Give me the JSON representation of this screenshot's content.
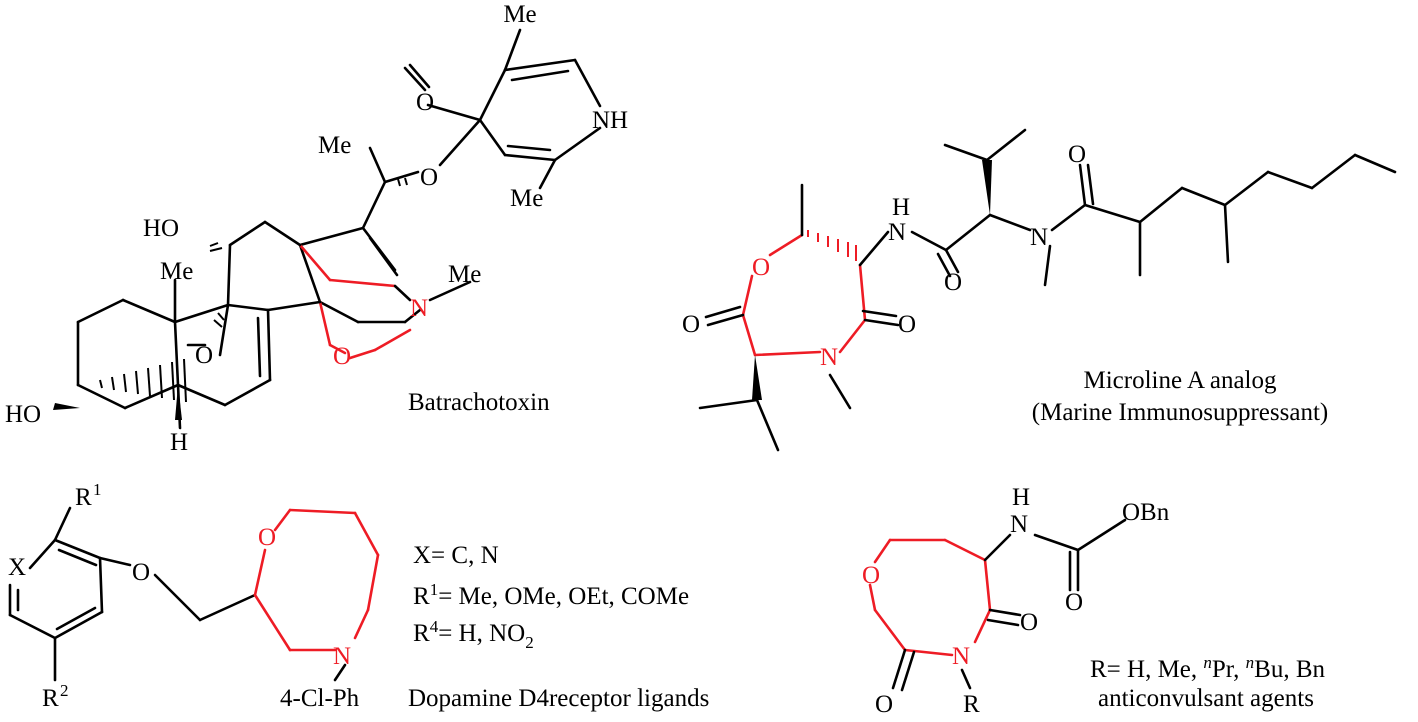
{
  "colors": {
    "ring_highlight": "#ee1c25",
    "bonds": "#000000",
    "background": "#ffffff"
  },
  "molecules": {
    "batrachotoxin": {
      "name": "Batrachotoxin",
      "atoms": {
        "me_top": "Me",
        "me_ester": "Me",
        "o_ester": "O",
        "o_carbonyl": "O",
        "nh": "NH",
        "me_pyrrole": "Me",
        "ho_top": "HO",
        "me_c10": "Me",
        "o_bridge": "O",
        "n": "N",
        "me_n": "Me",
        "o_ring": "O",
        "ho_bottom": "HO",
        "h": "H"
      }
    },
    "microline": {
      "name_line1": "Microline A analog",
      "name_line2": "(Marine Immunosuppressant)",
      "atoms": {
        "h_nh": "H",
        "n_amide": "N",
        "o_ring": "O",
        "o_lactone": "O",
        "o_amide": "O",
        "n_ring": "N",
        "o_carbonyl1": "O",
        "n_methyl": "N",
        "o_carbonyl2": "O"
      }
    },
    "dopamine": {
      "name": "Dopamine D4receptor ligands",
      "x_def": "X= C, N",
      "r1_prefix": "R",
      "r1_sup": "1",
      "r1_def": "= Me, OMe, OEt, COMe",
      "r4_prefix": "R",
      "r4_sup": "4",
      "r4_def": "= H, NO",
      "r4_sub": "2",
      "atoms": {
        "r1": "R",
        "r1_sup": "1",
        "x": "X",
        "o_ether": "O",
        "o_ring": "O",
        "n_ring": "N",
        "r2": "R",
        "r2_sup": "2",
        "aryl": "4-Cl-Ph"
      }
    },
    "anticonvulsant": {
      "r_def": "R= H, Me, ",
      "npr_sup": "n",
      "npr": "Pr, ",
      "nbu_sup": "n",
      "nbu": "Bu, Bn",
      "name": "anticonvulsant agents",
      "atoms": {
        "h": "H",
        "n_nh": "N",
        "obn": "OBn",
        "o_carbonyl": "O",
        "o_ring": "O",
        "o_right": "O",
        "n_ring": "N",
        "o_bottom": "O",
        "r": "R"
      }
    }
  }
}
